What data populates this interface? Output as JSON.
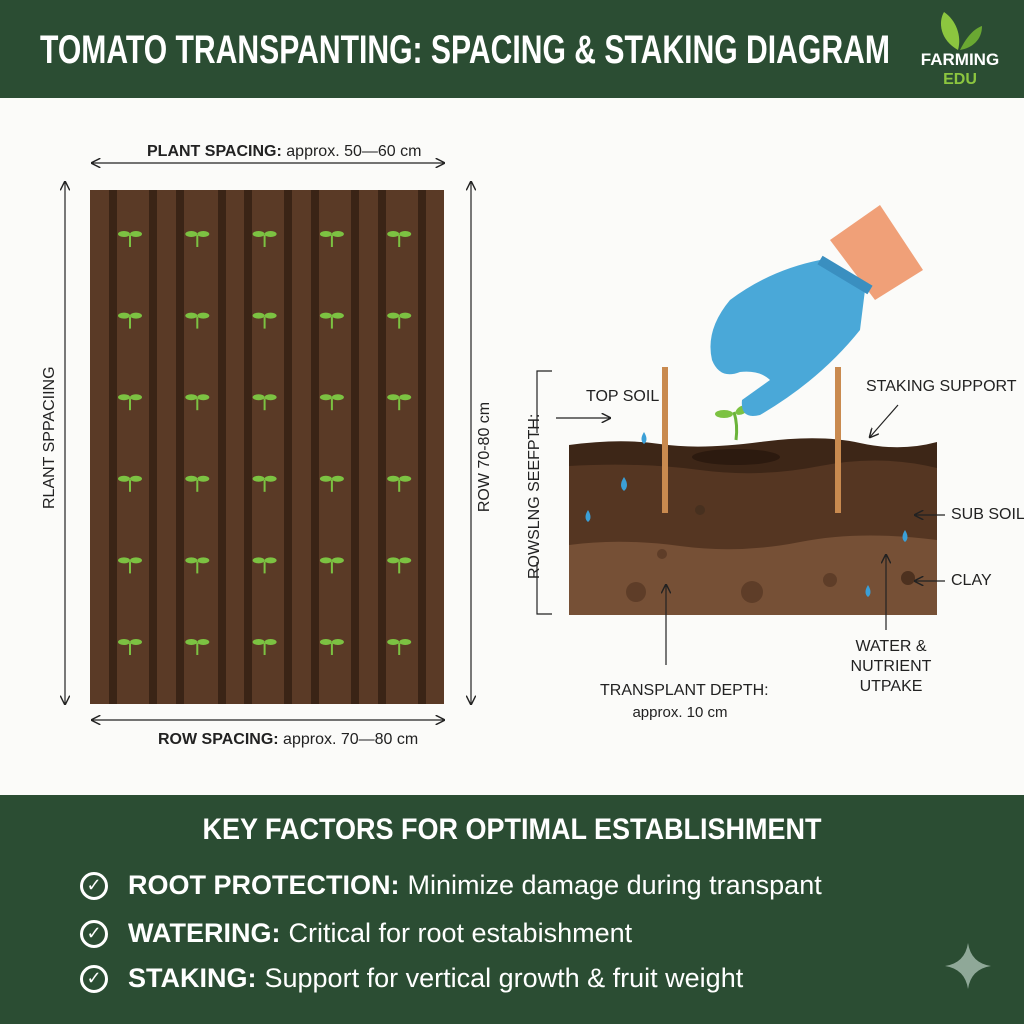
{
  "header": {
    "title": "TOMATO TRANSPANTING: SPACING & STAKING DIAGRAM",
    "logo": {
      "line1": "FARMING",
      "line2": "EDU",
      "icon": "leaf-icon"
    }
  },
  "spacing_diagram": {
    "top_label_bold": "PLANT SPACING:",
    "top_label_value": "approx. 50—60 cm",
    "bottom_label_bold": "ROW SPACING:",
    "bottom_label_value": "approx. 70—80 cm",
    "left_label": "RLANT SPPACIING",
    "right_label": "ROW 70-80 cm",
    "seedling_rows": 6,
    "seedling_columns": 5
  },
  "soil_diagram": {
    "left_label": "ROWSLNG SEEFPTH:",
    "top_soil": "TOP SOIL",
    "staking_support": "STAKING SUPPORT",
    "sub_soil": "SUB SOIL",
    "clay": "CLAY",
    "water_line1": "WATER &",
    "water_line2": "NUTRIENT",
    "water_line3": "UTPAKE",
    "depth_bold": "TRANSPLANT DEPTH:",
    "depth_value": "approx. 10 cm"
  },
  "footer": {
    "title": "KEY FACTORS FOR OPTIMAL ESTABLISHMENT",
    "items": [
      {
        "bold": "ROOT PROTECTION:",
        "text": "Minimize damage during transpant"
      },
      {
        "bold": "WATERING:",
        "text": "Critical for root estabishment"
      },
      {
        "bold": "STAKING:",
        "text": "Support for vertical growth & fruit weight"
      }
    ]
  },
  "colors": {
    "header_bg": "#2b4d33",
    "soil": "#5a3a26",
    "seedling": "#7cc242",
    "glove": "#4aa8d8",
    "stake": "#c98a4f",
    "water": "#3b9fd6"
  }
}
